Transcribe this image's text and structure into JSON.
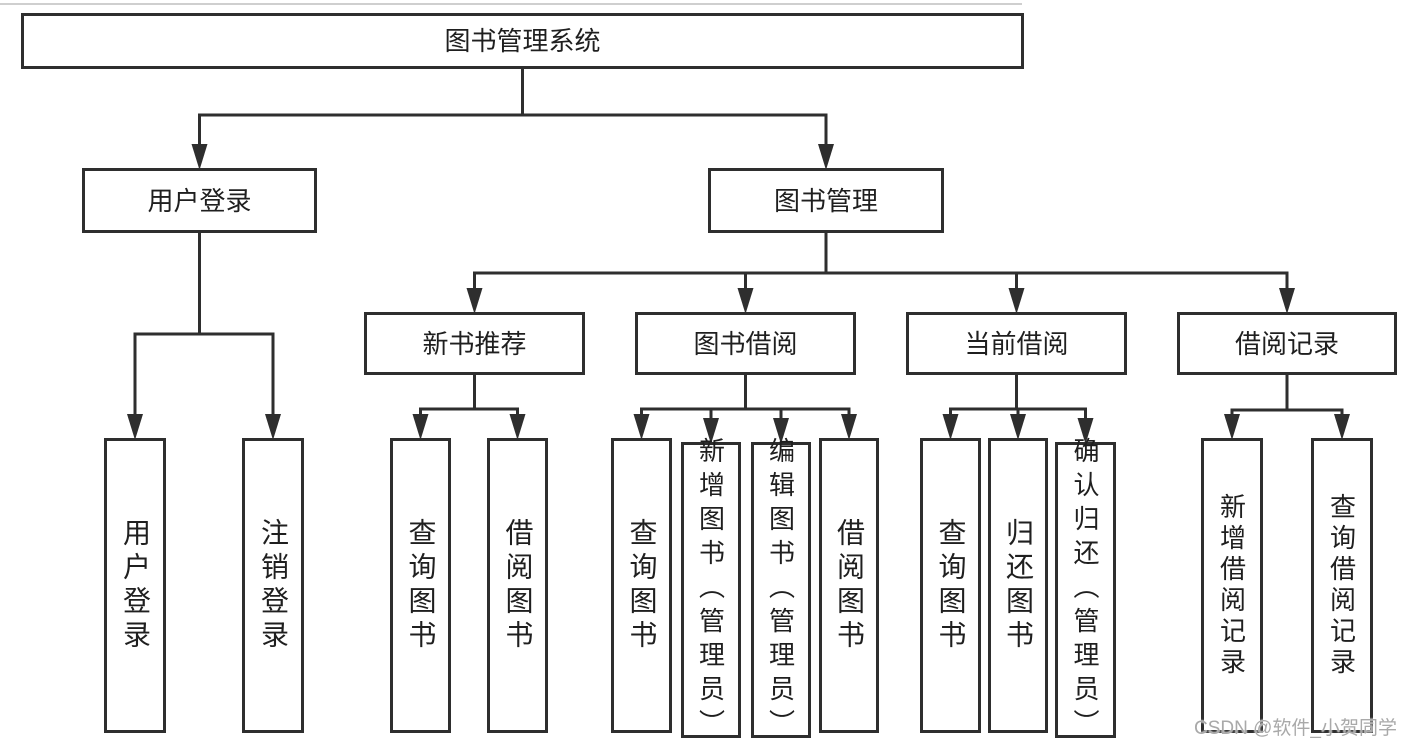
{
  "diagram": {
    "title": "图书管理系统",
    "watermark": {
      "text": "CSDN @软件_小贺同学"
    },
    "nodes": [
      {
        "id": "system",
        "label": "图书管理系统",
        "parent": null,
        "vertical": false
      },
      {
        "id": "user-login",
        "label": "用户登录",
        "parent": "system",
        "vertical": false
      },
      {
        "id": "book-mgmt",
        "label": "图书管理",
        "parent": "system",
        "vertical": false
      },
      {
        "id": "new-book-rec",
        "label": "新书推荐",
        "parent": "book-mgmt",
        "vertical": false
      },
      {
        "id": "book-borrow",
        "label": "图书借阅",
        "parent": "book-mgmt",
        "vertical": false
      },
      {
        "id": "current-borrow",
        "label": "当前借阅",
        "parent": "book-mgmt",
        "vertical": false
      },
      {
        "id": "borrow-records",
        "label": "借阅记录",
        "parent": "book-mgmt",
        "vertical": false
      },
      {
        "id": "login-op",
        "label": "用户登录",
        "parent": "user-login",
        "vertical": true
      },
      {
        "id": "logout-op",
        "label": "注销登录",
        "parent": "user-login",
        "vertical": true
      },
      {
        "id": "nbr-query",
        "label": "查询图书",
        "parent": "new-book-rec",
        "vertical": true
      },
      {
        "id": "nbr-borrow",
        "label": "借阅图书",
        "parent": "new-book-rec",
        "vertical": true
      },
      {
        "id": "bb-query",
        "label": "查询图书",
        "parent": "book-borrow",
        "vertical": true
      },
      {
        "id": "bb-add",
        "label": "新增图书（管理员）",
        "parent": "book-borrow",
        "vertical": true
      },
      {
        "id": "bb-edit",
        "label": "编辑图书（管理员）",
        "parent": "book-borrow",
        "vertical": true
      },
      {
        "id": "bb-borrow",
        "label": "借阅图书",
        "parent": "book-borrow",
        "vertical": true
      },
      {
        "id": "cb-query",
        "label": "查询图书",
        "parent": "current-borrow",
        "vertical": true
      },
      {
        "id": "cb-return",
        "label": "归还图书",
        "parent": "current-borrow",
        "vertical": true
      },
      {
        "id": "cb-confirm",
        "label": "确认归还（管理员）",
        "parent": "current-borrow",
        "vertical": true
      },
      {
        "id": "br-add",
        "label": "新增借阅记录",
        "parent": "borrow-records",
        "vertical": true
      },
      {
        "id": "br-query",
        "label": "查询借阅记录",
        "parent": "borrow-records",
        "vertical": true
      }
    ],
    "colors": {
      "line": "#2e2e2e",
      "text": "#1f1f1f",
      "watermark": "#a9a9a9",
      "background": "#ffffff"
    }
  }
}
